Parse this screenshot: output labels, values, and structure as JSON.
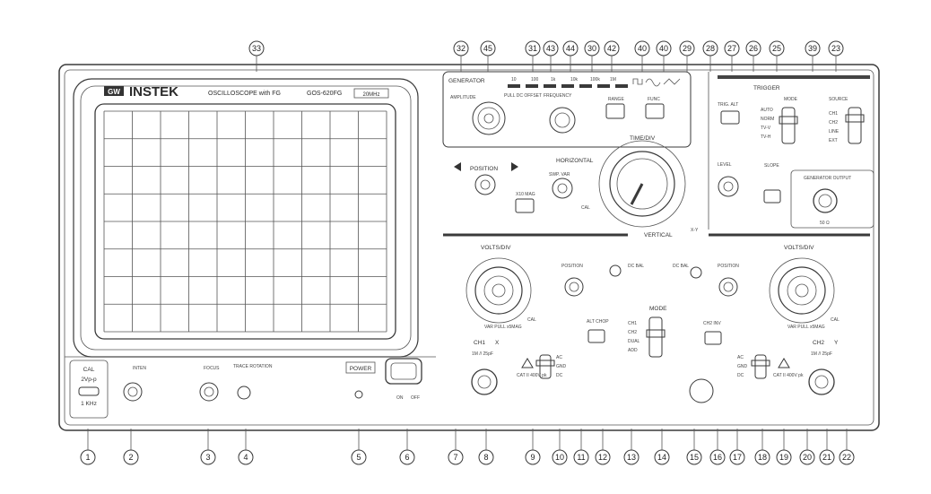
{
  "header": {
    "brand": "INSTEK",
    "brand_badge": "GW",
    "title": "OSCILLOSCOPE with FG",
    "model": "GOS-620FG",
    "bandwidth": "20MHz"
  },
  "bottom_left": {
    "cal": "CAL",
    "cal_value": "2Vp-p",
    "cal_freq": "1 KHz",
    "intens": "INTEN",
    "focus": "FOCUS",
    "trace_rotation": "TRACE ROTATION",
    "power": "POWER",
    "power_on": "ON",
    "power_off": "OFF"
  },
  "generator": {
    "title": "GENERATOR",
    "amplitude": "AMPLITUDE",
    "pull_dc_offset": "PULL DC OFFSET",
    "frequency": "FREQUENCY",
    "range": "RANGE",
    "func": "FUNC",
    "range_labels": [
      "10",
      "100",
      "1k",
      "10k",
      "100k",
      "1M"
    ]
  },
  "horizontal": {
    "title": "HORIZONTAL",
    "position": "POSITION",
    "swp_var": "SWP. VAR",
    "x10_mag": "X10 MAG",
    "time_div": "TIME/DIV",
    "cal": "CAL",
    "xy": "X-Y"
  },
  "trigger": {
    "title": "TRIGGER",
    "trig_alt": "TRIG. ALT",
    "mode": "MODE",
    "mode_options": [
      "AUTO",
      "NORM",
      "TV-V",
      "TV-H"
    ],
    "source": "SOURCE",
    "source_options": [
      "CH1",
      "CH2",
      "LINE",
      "EXT"
    ],
    "level": "LEVEL",
    "slope": "SLOPE",
    "gen_output": "GENERATOR OUTPUT",
    "output_impedance": "50 Ω"
  },
  "vertical": {
    "title": "VERTICAL",
    "volts_div": "VOLTS/DIV",
    "position": "POSITION",
    "mode": "MODE",
    "mode_options": [
      "CH1",
      "CH2",
      "DUAL",
      "ADD"
    ],
    "alt_chop": "ALT CHOP",
    "ch2_inv": "CH2 INV",
    "coupling": [
      "AC",
      "GND",
      "DC"
    ],
    "dc_bal": "DC BAL",
    "var_pull": "VAR PULL x5MAG",
    "ch1": "CH1",
    "ch1_x": "X",
    "ch2": "CH2",
    "ch2_y": "Y",
    "input_spec": "1M // 25pF",
    "cat_warning": "CAT II 400V pk",
    "cal": "CAL"
  },
  "callouts_bottom": [
    "1",
    "2",
    "3",
    "4",
    "5",
    "6",
    "7",
    "8",
    "9",
    "10",
    "11",
    "12",
    "13",
    "14",
    "15",
    "16",
    "17",
    "18",
    "19",
    "20",
    "21",
    "22"
  ],
  "callouts_top": [
    "33",
    "32",
    "45",
    "31",
    "43",
    "44",
    "30",
    "42",
    "40",
    "40",
    "29",
    "28",
    "27",
    "26",
    "25",
    "39",
    "23"
  ]
}
